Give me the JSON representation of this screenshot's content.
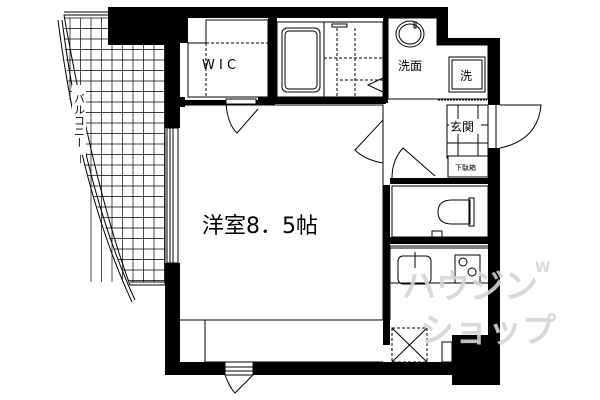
{
  "rooms": {
    "main": "洋室8．5帖",
    "wic": "W I C",
    "balcony": "バルコニー",
    "washroom": "洗面",
    "washer": "洗",
    "entrance": "玄関",
    "shoe_box": "下駄箱"
  },
  "watermark": {
    "line1": "ハウジン",
    "line2": "ショップ",
    "mark": "W"
  },
  "colors": {
    "wall": "#000000",
    "line": "#000000",
    "watermark": "#d4d4d4"
  }
}
